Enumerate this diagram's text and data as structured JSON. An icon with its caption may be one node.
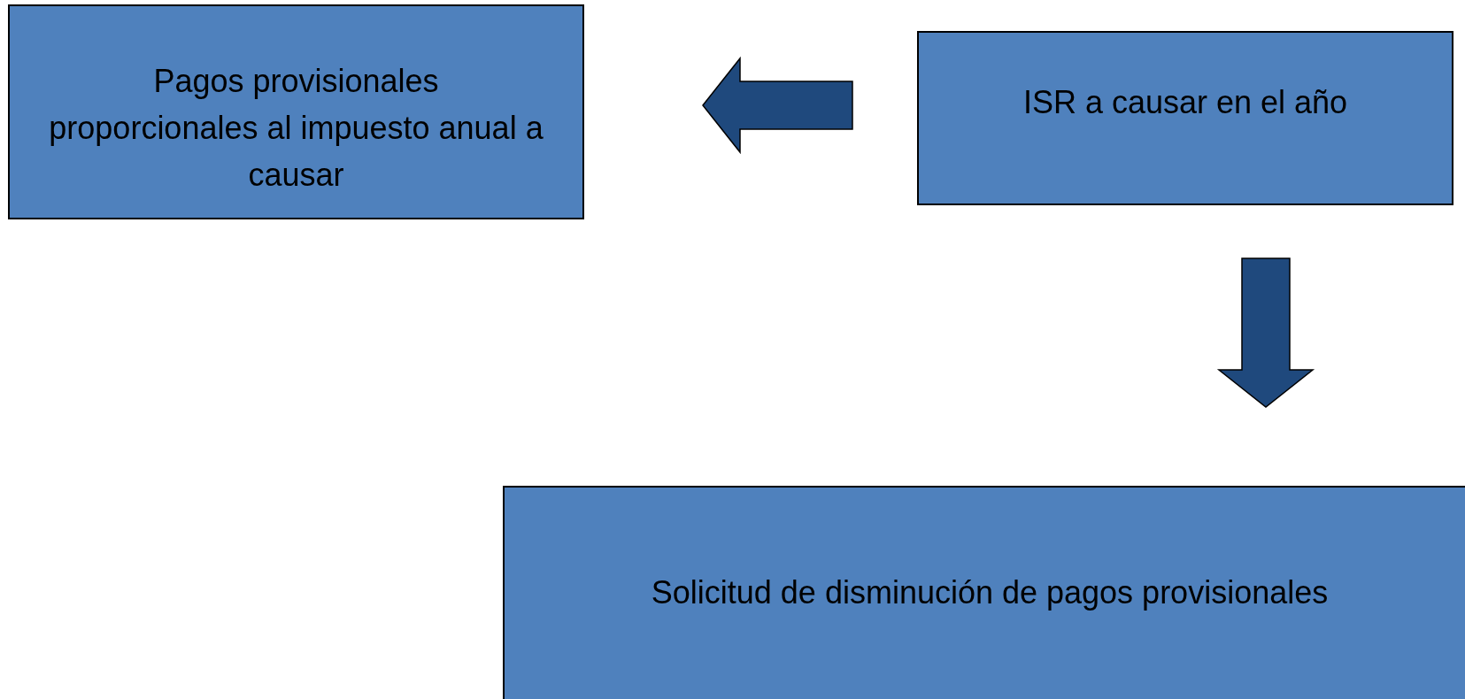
{
  "diagram": {
    "nodes": [
      {
        "text": [
          "Pagos provisionales proporcionales al impuesto anual a causar"
        ]
      },
      {
        "text": [
          "ISR a causar en el año"
        ]
      },
      {
        "text": [
          "Solicitud de disminución de pagos provisionales"
        ]
      }
    ],
    "edges": [
      {
        "from": 1,
        "to": 0,
        "arrow": "to"
      },
      {
        "from": 1,
        "to": 2,
        "arrow": "to"
      }
    ]
  }
}
